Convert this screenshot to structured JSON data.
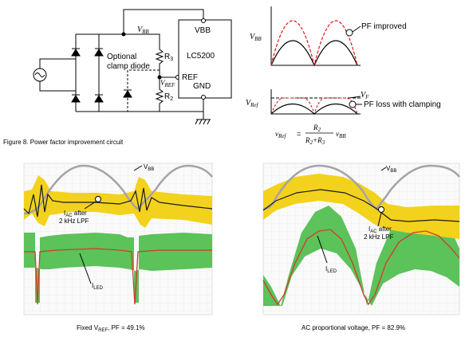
{
  "circuit": {
    "vbb_node": "V",
    "vbb_node_sub": "BB",
    "ic_name": "LC5200",
    "pin_vbb": "VBB",
    "pin_ref": "REF",
    "pin_gnd": "GND",
    "r3": "R",
    "r3_sub": "3",
    "r2": "R",
    "r2_sub": "2",
    "clamp_line1": "Optional",
    "clamp_line2": "clamp diode",
    "vref_node": "V",
    "vref_node_sub": "REF"
  },
  "waveforms": {
    "top_ylabel": "V",
    "top_ylabel_sub": "BB",
    "top_legend": "PF improved",
    "bottom_ylabel": "V",
    "bottom_ylabel_sub": "Ref",
    "vf_label": "V",
    "vf_label_sub": "F",
    "bottom_legend": "PF loss with clamping",
    "formula_lhs": "v",
    "formula_lhs_sub": "Ref",
    "formula_eq": "=",
    "formula_num": "R",
    "formula_num_sub": "2",
    "formula_den_a": "R",
    "formula_den_a_sub": "2",
    "formula_plus": "+",
    "formula_den_b": "R",
    "formula_den_b_sub": "3",
    "formula_rhs": "v",
    "formula_rhs_sub": "BB"
  },
  "figure_caption": "Figure 8. Power factor improvement circuit",
  "scope_left": {
    "vbb": "V",
    "vbb_sub": "BB",
    "iac_line1_main": "I",
    "iac_line1_sub": "AC",
    "iac_line1_rest": " after",
    "iac_line2": "2 kHz LPF",
    "iled_main": "I",
    "iled_sub": "LED",
    "caption_pre": "Fixed V",
    "caption_sub": "REF",
    "caption_post": ", PF = 49.1%"
  },
  "scope_right": {
    "vbb": "V",
    "vbb_sub": "BB",
    "iac_line1_main": "I",
    "iac_line1_sub": "AC",
    "iac_line1_rest": " after",
    "iac_line2": "2 kHz LPF",
    "iled_main": "I",
    "iled_sub": "LED",
    "caption": "AC proportional voltage, PF = 82.9%"
  },
  "colors": {
    "vbb_trace": "#a3a3ab",
    "iac_band": "#f2d21c",
    "iac_trace": "#1a1a1a",
    "iled_band": "#5cc25a",
    "iled_trace": "#d43a2a",
    "improved_dashed": "#e01818"
  }
}
